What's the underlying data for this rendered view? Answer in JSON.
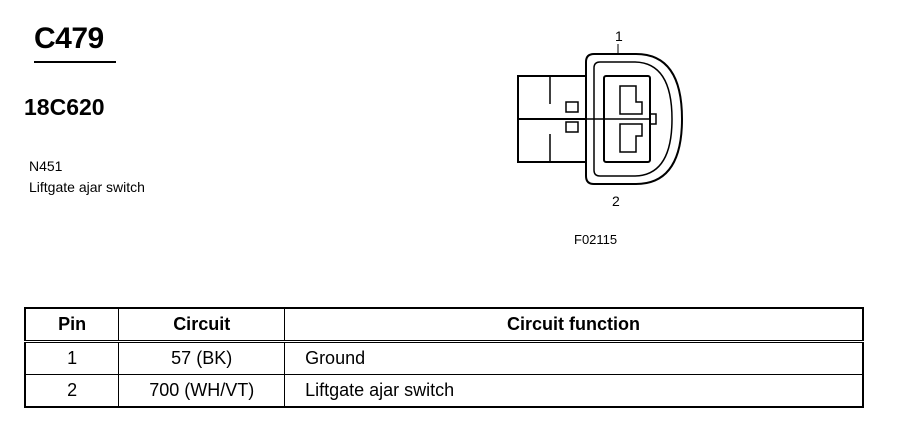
{
  "connector": {
    "id": "C479",
    "part_number": "18C620",
    "component_code": "N451",
    "component_description": "Liftgate ajar switch"
  },
  "diagram": {
    "pin_label_1": "1",
    "pin_label_2": "2",
    "figure_id": "F02115"
  },
  "table": {
    "headers": [
      "Pin",
      "Circuit",
      "Circuit function"
    ],
    "rows": [
      {
        "pin": "1",
        "circuit": "57 (BK)",
        "function": "Ground"
      },
      {
        "pin": "2",
        "circuit": "700 (WH/VT)",
        "function": "Liftgate ajar switch"
      }
    ]
  }
}
